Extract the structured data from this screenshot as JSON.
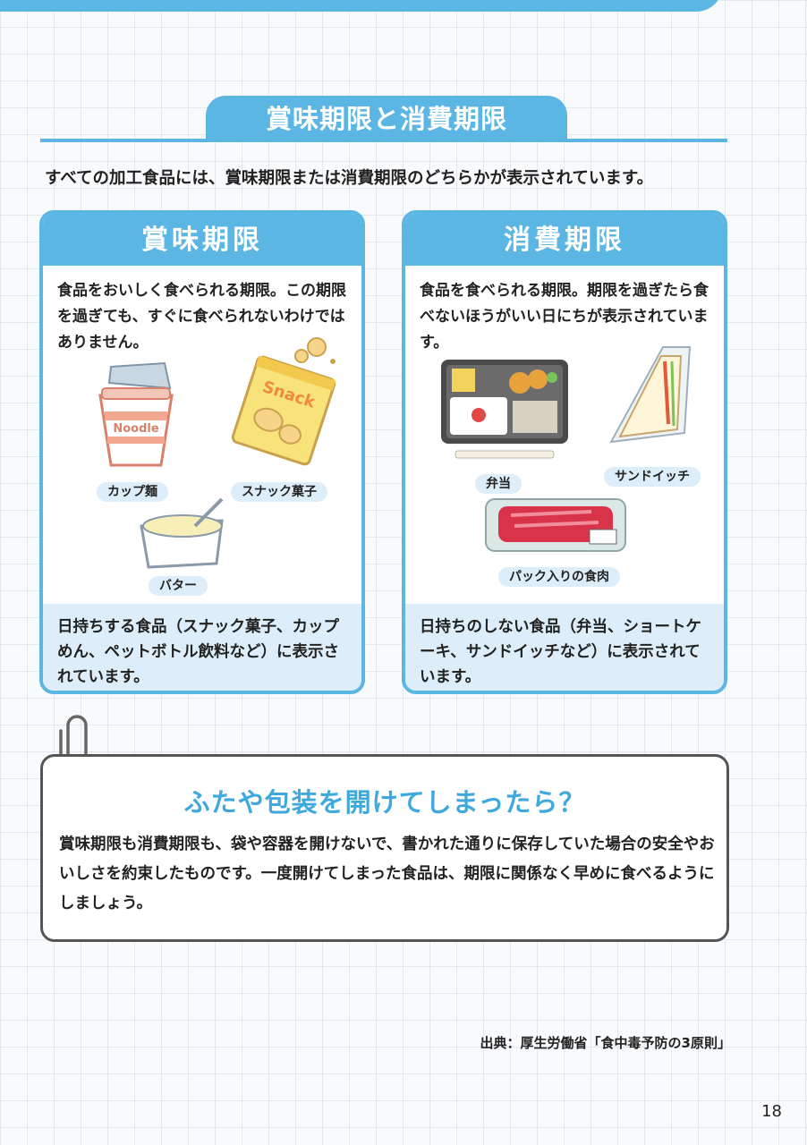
{
  "section_title": "賞味期限と消費期限",
  "intro": "すべての加工食品には、賞味期限または消費期限のどちらかが表示されています。",
  "best_before": {
    "heading": "賞味期限",
    "description": "食品をおいしく食べられる期限。この期限を過ぎても、すぐに食べられないわけではありません。",
    "labels": [
      "カップ麺",
      "スナック菓子",
      "バター"
    ],
    "cup_text": "Noodle",
    "snack_text": "Snack",
    "footer": "日持ちする食品（スナック菓子、カップめん、ペットボトル飲料など）に表示されています。"
  },
  "use_by": {
    "heading": "消費期限",
    "description": "食品を食べられる期限。期限を過ぎたら食べないほうがいい日にちが表示されています。",
    "labels": [
      "弁当",
      "サンドイッチ",
      "パック入りの食肉"
    ],
    "footer": "日持ちのしない食品（弁当、ショートケーキ、サンドイッチなど）に表示されています。"
  },
  "note": {
    "title": "ふたや包装を開けてしまったら？",
    "body": "賞味期限も消費期限も、袋や容器を開けないで、書かれた通りに保存していた場合の安全やおいしさを約束したものです。一度開けてしまった食品は、期限に関係なく早めに食べるようにしましょう。"
  },
  "source": "出典：厚生労働省「食中毒予防の3原則」",
  "page_number": "18",
  "colors": {
    "accent": "#5bb6e3",
    "light": "#ddeefa",
    "note_title": "#3fa9de"
  }
}
